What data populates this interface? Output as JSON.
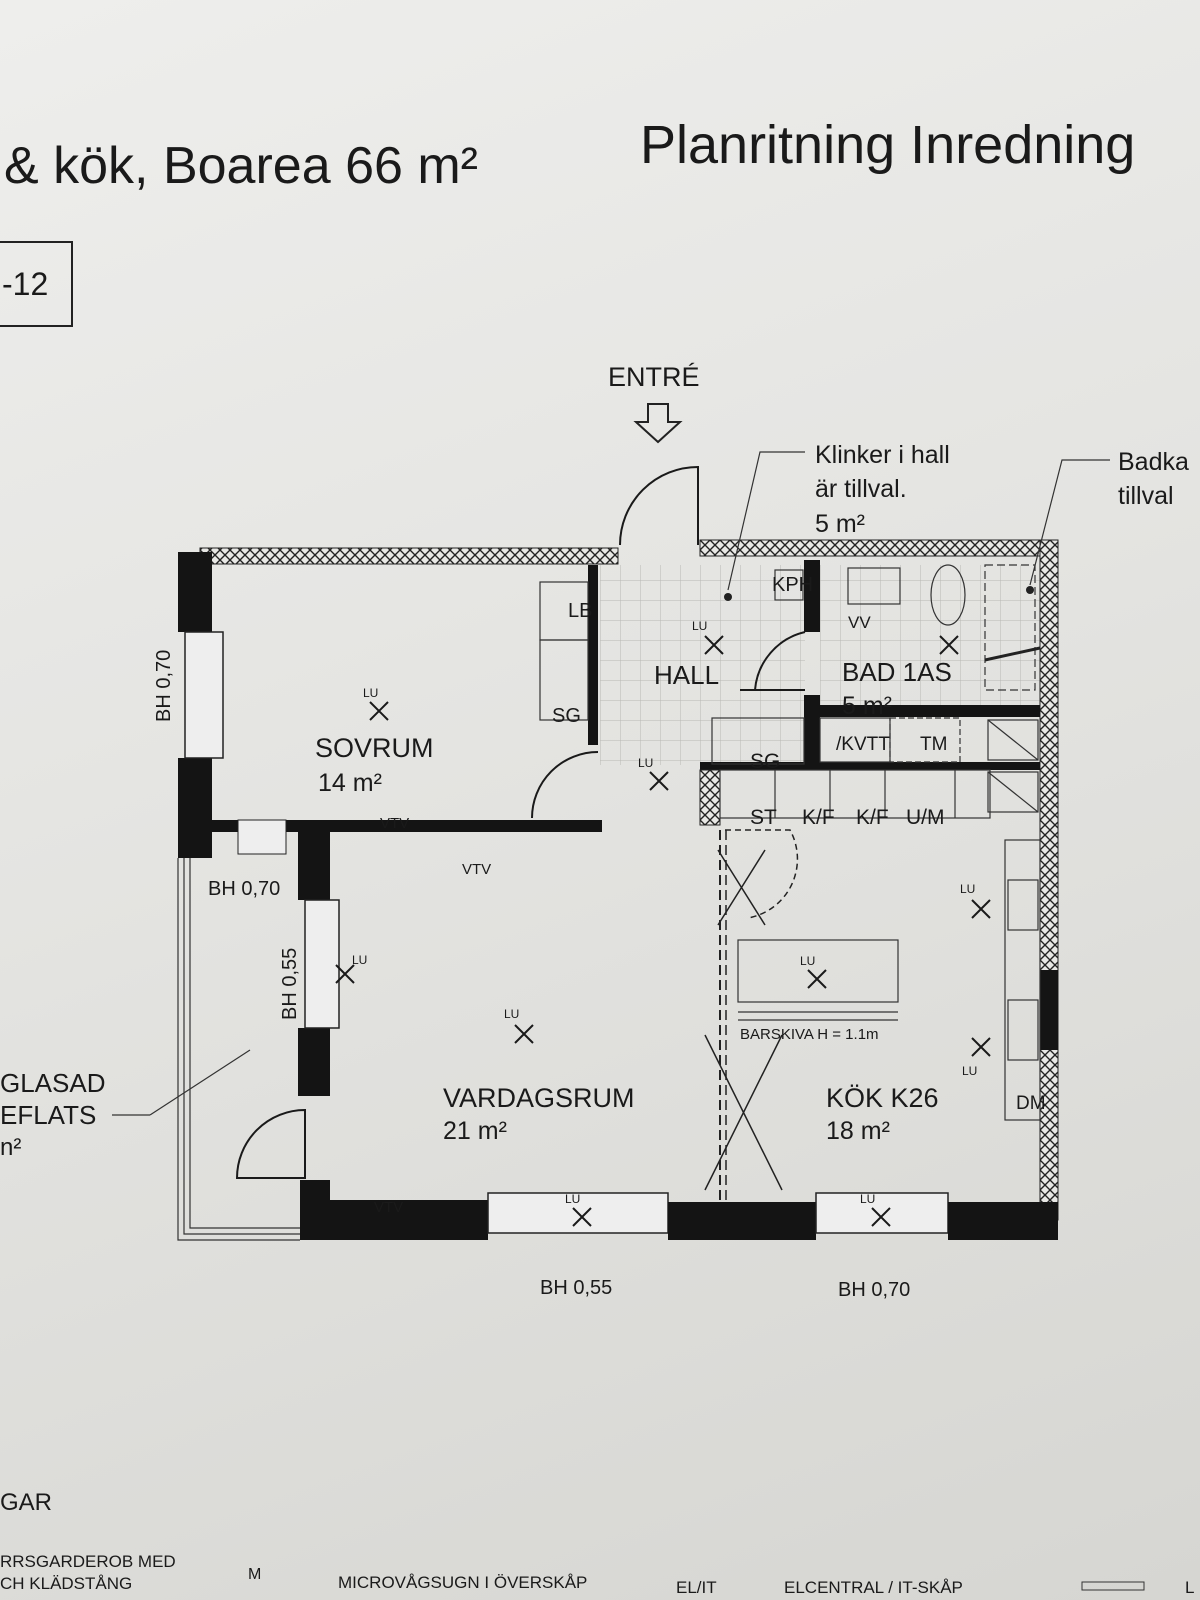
{
  "header": {
    "subtitle": "& kök, Boarea 66 m²",
    "title": "Planritning Inredning",
    "box_number": "-12"
  },
  "plan": {
    "entrance": "ENTRÉ",
    "notes": {
      "hall_tile_line1": "Klinker i hall",
      "hall_tile_line2": "är tillval.",
      "hall_tile_line3": "5 m²",
      "bath_line1": "Badka",
      "bath_line2": "tillval"
    },
    "rooms": {
      "sovrum": {
        "name": "SOVRUM",
        "area": "14 m²"
      },
      "hall": {
        "name": "HALL"
      },
      "bad": {
        "name": "BAD 1AS",
        "area": "5 m²"
      },
      "vardagsrum": {
        "name": "VARDAGSRUM",
        "area": "21 m²"
      },
      "kok": {
        "name": "KÖK K26",
        "area": "18 m²"
      },
      "uteplats": {
        "line1": "GLASAD",
        "line2": "EFLATS",
        "line3": "n²"
      }
    },
    "fixtures": {
      "lb": "LB",
      "sg": "SG",
      "kph": "KPH",
      "vv": "VV",
      "kvtt": "/KVTT",
      "tm": "TM",
      "st": "ST",
      "kf": "K/F",
      "um": "U/M",
      "dm": "DM",
      "vtv": "VTV",
      "lu": "LU",
      "tv": "TV",
      "barskiva": "BARSKIVA H = 1.1m"
    },
    "window_heights": {
      "bh070": "BH 0,70",
      "bh055": "BH 0,55"
    }
  },
  "legend": {
    "gar": "GAR",
    "garderob_line1": "RRSGARDEROB MED",
    "garderob_line2": "CH KLÄDSTÅNG",
    "m": "M",
    "micro": "MICROVÅGSUGN I ÖVERSKÅP",
    "elit": "EL/IT",
    "elcentral": "ELCENTRAL / IT-SKÅP",
    "l": "L"
  }
}
